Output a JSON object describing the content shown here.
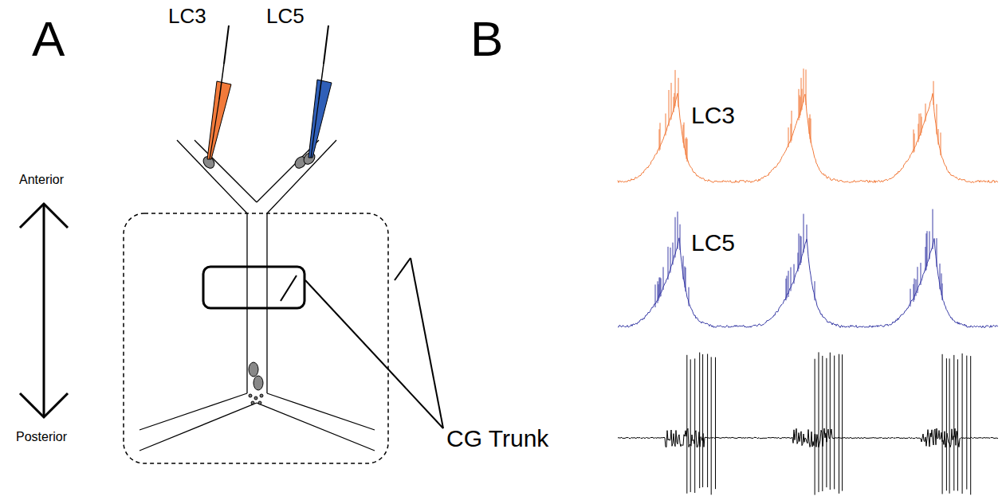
{
  "diagram": {
    "labels": [
      "A",
      "LC3",
      "LC5",
      "Anterior",
      "Posterior",
      "CG Trunk",
      "B",
      "LC3",
      "LC5"
    ]
  }
}
